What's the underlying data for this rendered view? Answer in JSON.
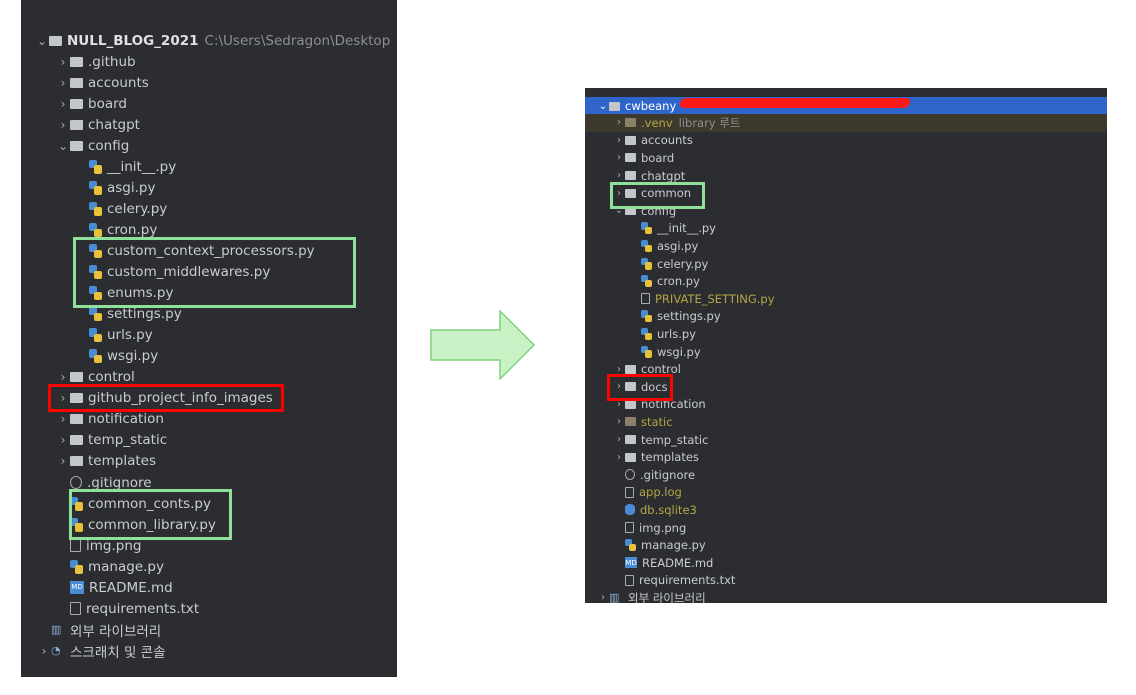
{
  "left": {
    "project_name": "NULL_BLOG_2021",
    "project_path": "C:\\Users\\Sedragon\\Desktop",
    "rows": [
      {
        "label": ".github",
        "type": "folder",
        "depth": 1,
        "chev": ">"
      },
      {
        "label": "accounts",
        "type": "folder",
        "depth": 1,
        "chev": ">"
      },
      {
        "label": "board",
        "type": "folder",
        "depth": 1,
        "chev": ">"
      },
      {
        "label": "chatgpt",
        "type": "folder",
        "depth": 1,
        "chev": ">"
      },
      {
        "label": "config",
        "type": "folder",
        "depth": 1,
        "chev": "v"
      },
      {
        "label": "__init__.py",
        "type": "py",
        "depth": 2
      },
      {
        "label": "asgi.py",
        "type": "py",
        "depth": 2
      },
      {
        "label": "celery.py",
        "type": "py",
        "depth": 2
      },
      {
        "label": "cron.py",
        "type": "py",
        "depth": 2
      },
      {
        "label": "custom_context_processors.py",
        "type": "py",
        "depth": 2
      },
      {
        "label": "custom_middlewares.py",
        "type": "py",
        "depth": 2
      },
      {
        "label": "enums.py",
        "type": "py",
        "depth": 2
      },
      {
        "label": "settings.py",
        "type": "py",
        "depth": 2
      },
      {
        "label": "urls.py",
        "type": "py",
        "depth": 2
      },
      {
        "label": "wsgi.py",
        "type": "py",
        "depth": 2
      },
      {
        "label": "control",
        "type": "folder",
        "depth": 1,
        "chev": ">"
      },
      {
        "label": "github_project_info_images",
        "type": "folder",
        "depth": 1,
        "chev": ">"
      },
      {
        "label": "notification",
        "type": "folder",
        "depth": 1,
        "chev": ">"
      },
      {
        "label": "temp_static",
        "type": "folder",
        "depth": 1,
        "chev": ">"
      },
      {
        "label": "templates",
        "type": "folder",
        "depth": 1,
        "chev": ">"
      },
      {
        "label": ".gitignore",
        "type": "git",
        "depth": 1
      },
      {
        "label": "common_conts.py",
        "type": "py",
        "depth": 1
      },
      {
        "label": "common_library.py",
        "type": "py",
        "depth": 1
      },
      {
        "label": "img.png",
        "type": "file",
        "depth": 1
      },
      {
        "label": "manage.py",
        "type": "py",
        "depth": 1
      },
      {
        "label": "README.md",
        "type": "md",
        "depth": 1
      },
      {
        "label": "requirements.txt",
        "type": "file",
        "depth": 1
      },
      {
        "label": "외부 라이브러리",
        "type": "lib",
        "depth": 0
      },
      {
        "label": "스크래치 및 콘솔",
        "type": "scratch",
        "depth": 0,
        "chev": ">"
      }
    ]
  },
  "right": {
    "project_name": "cwbeany",
    "rows": [
      {
        "label": ".venv",
        "extra": "library 루트",
        "type": "folder-dim",
        "depth": 1,
        "chev": ">",
        "style": "yellow",
        "excluded": true
      },
      {
        "label": "accounts",
        "type": "folder",
        "depth": 1,
        "chev": ">"
      },
      {
        "label": "board",
        "type": "folder",
        "depth": 1,
        "chev": ">"
      },
      {
        "label": "chatgpt",
        "type": "folder",
        "depth": 1,
        "chev": ">"
      },
      {
        "label": "common",
        "type": "folder",
        "depth": 1,
        "chev": ">"
      },
      {
        "label": "config",
        "type": "folder",
        "depth": 1,
        "chev": "v"
      },
      {
        "label": "__init__.py",
        "type": "py",
        "depth": 2
      },
      {
        "label": "asgi.py",
        "type": "py",
        "depth": 2
      },
      {
        "label": "celery.py",
        "type": "py",
        "depth": 2
      },
      {
        "label": "cron.py",
        "type": "py",
        "depth": 2
      },
      {
        "label": "PRIVATE_SETTING.py",
        "type": "file",
        "depth": 2,
        "style": "yellow"
      },
      {
        "label": "settings.py",
        "type": "py",
        "depth": 2
      },
      {
        "label": "urls.py",
        "type": "py",
        "depth": 2
      },
      {
        "label": "wsgi.py",
        "type": "py",
        "depth": 2
      },
      {
        "label": "control",
        "type": "folder",
        "depth": 1,
        "chev": ">"
      },
      {
        "label": "docs",
        "type": "folder",
        "depth": 1,
        "chev": ">"
      },
      {
        "label": "notification",
        "type": "folder",
        "depth": 1,
        "chev": ">"
      },
      {
        "label": "static",
        "type": "folder-dim",
        "depth": 1,
        "chev": ">",
        "style": "yellow"
      },
      {
        "label": "temp_static",
        "type": "folder",
        "depth": 1,
        "chev": ">"
      },
      {
        "label": "templates",
        "type": "folder",
        "depth": 1,
        "chev": ">"
      },
      {
        "label": ".gitignore",
        "type": "git",
        "depth": 1
      },
      {
        "label": "app.log",
        "type": "file",
        "depth": 1,
        "style": "yellow"
      },
      {
        "label": "db.sqlite3",
        "type": "db",
        "depth": 1,
        "style": "yellow"
      },
      {
        "label": "img.png",
        "type": "file",
        "depth": 1
      },
      {
        "label": "manage.py",
        "type": "py",
        "depth": 1
      },
      {
        "label": "README.md",
        "type": "md",
        "depth": 1
      },
      {
        "label": "requirements.txt",
        "type": "file",
        "depth": 1
      },
      {
        "label": "외부 라이브러리",
        "type": "lib",
        "depth": 0,
        "chev": ">"
      }
    ]
  },
  "colors": {
    "highlight_green": "#8fe09a",
    "highlight_red": "#ff0000",
    "selection": "#2f65ca"
  }
}
